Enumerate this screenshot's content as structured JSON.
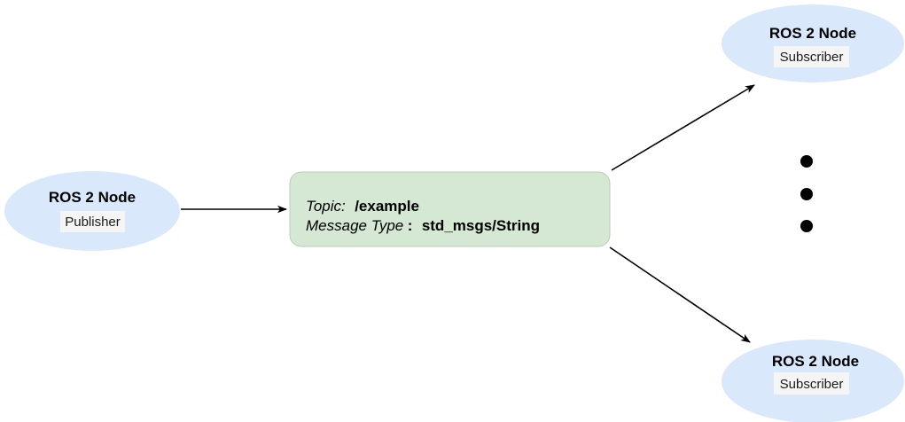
{
  "diagram": {
    "title": "ROS 2 publisher subscriber topic diagram",
    "background": "#ffffff",
    "colors": {
      "node_fill": "#dae8fc",
      "topic_fill": "#d5e8d4",
      "topic_stroke": "#b5c9b3",
      "role_chip_fill": "#f5f5f5",
      "edge_stroke": "#000000",
      "dot_fill": "#000000"
    }
  },
  "publisher_node": {
    "title": "ROS 2 Node",
    "role": "Publisher"
  },
  "topic_box": {
    "line1_label": "Topic:",
    "line1_value": "/example",
    "line2_label": "Message Type",
    "line2_separator": ":",
    "line2_value": "std_msgs/String"
  },
  "subscriber_nodes": [
    {
      "title": "ROS 2 Node",
      "role": "Subscriber"
    },
    {
      "title": "ROS 2 Node",
      "role": "Subscriber"
    }
  ],
  "ellipsis": {
    "label": "more subscribers",
    "dot_count": 3
  },
  "edges": [
    {
      "label": "publisher-to-topic"
    },
    {
      "label": "topic-to-subscriber-top"
    },
    {
      "label": "topic-to-subscriber-bottom"
    }
  ]
}
